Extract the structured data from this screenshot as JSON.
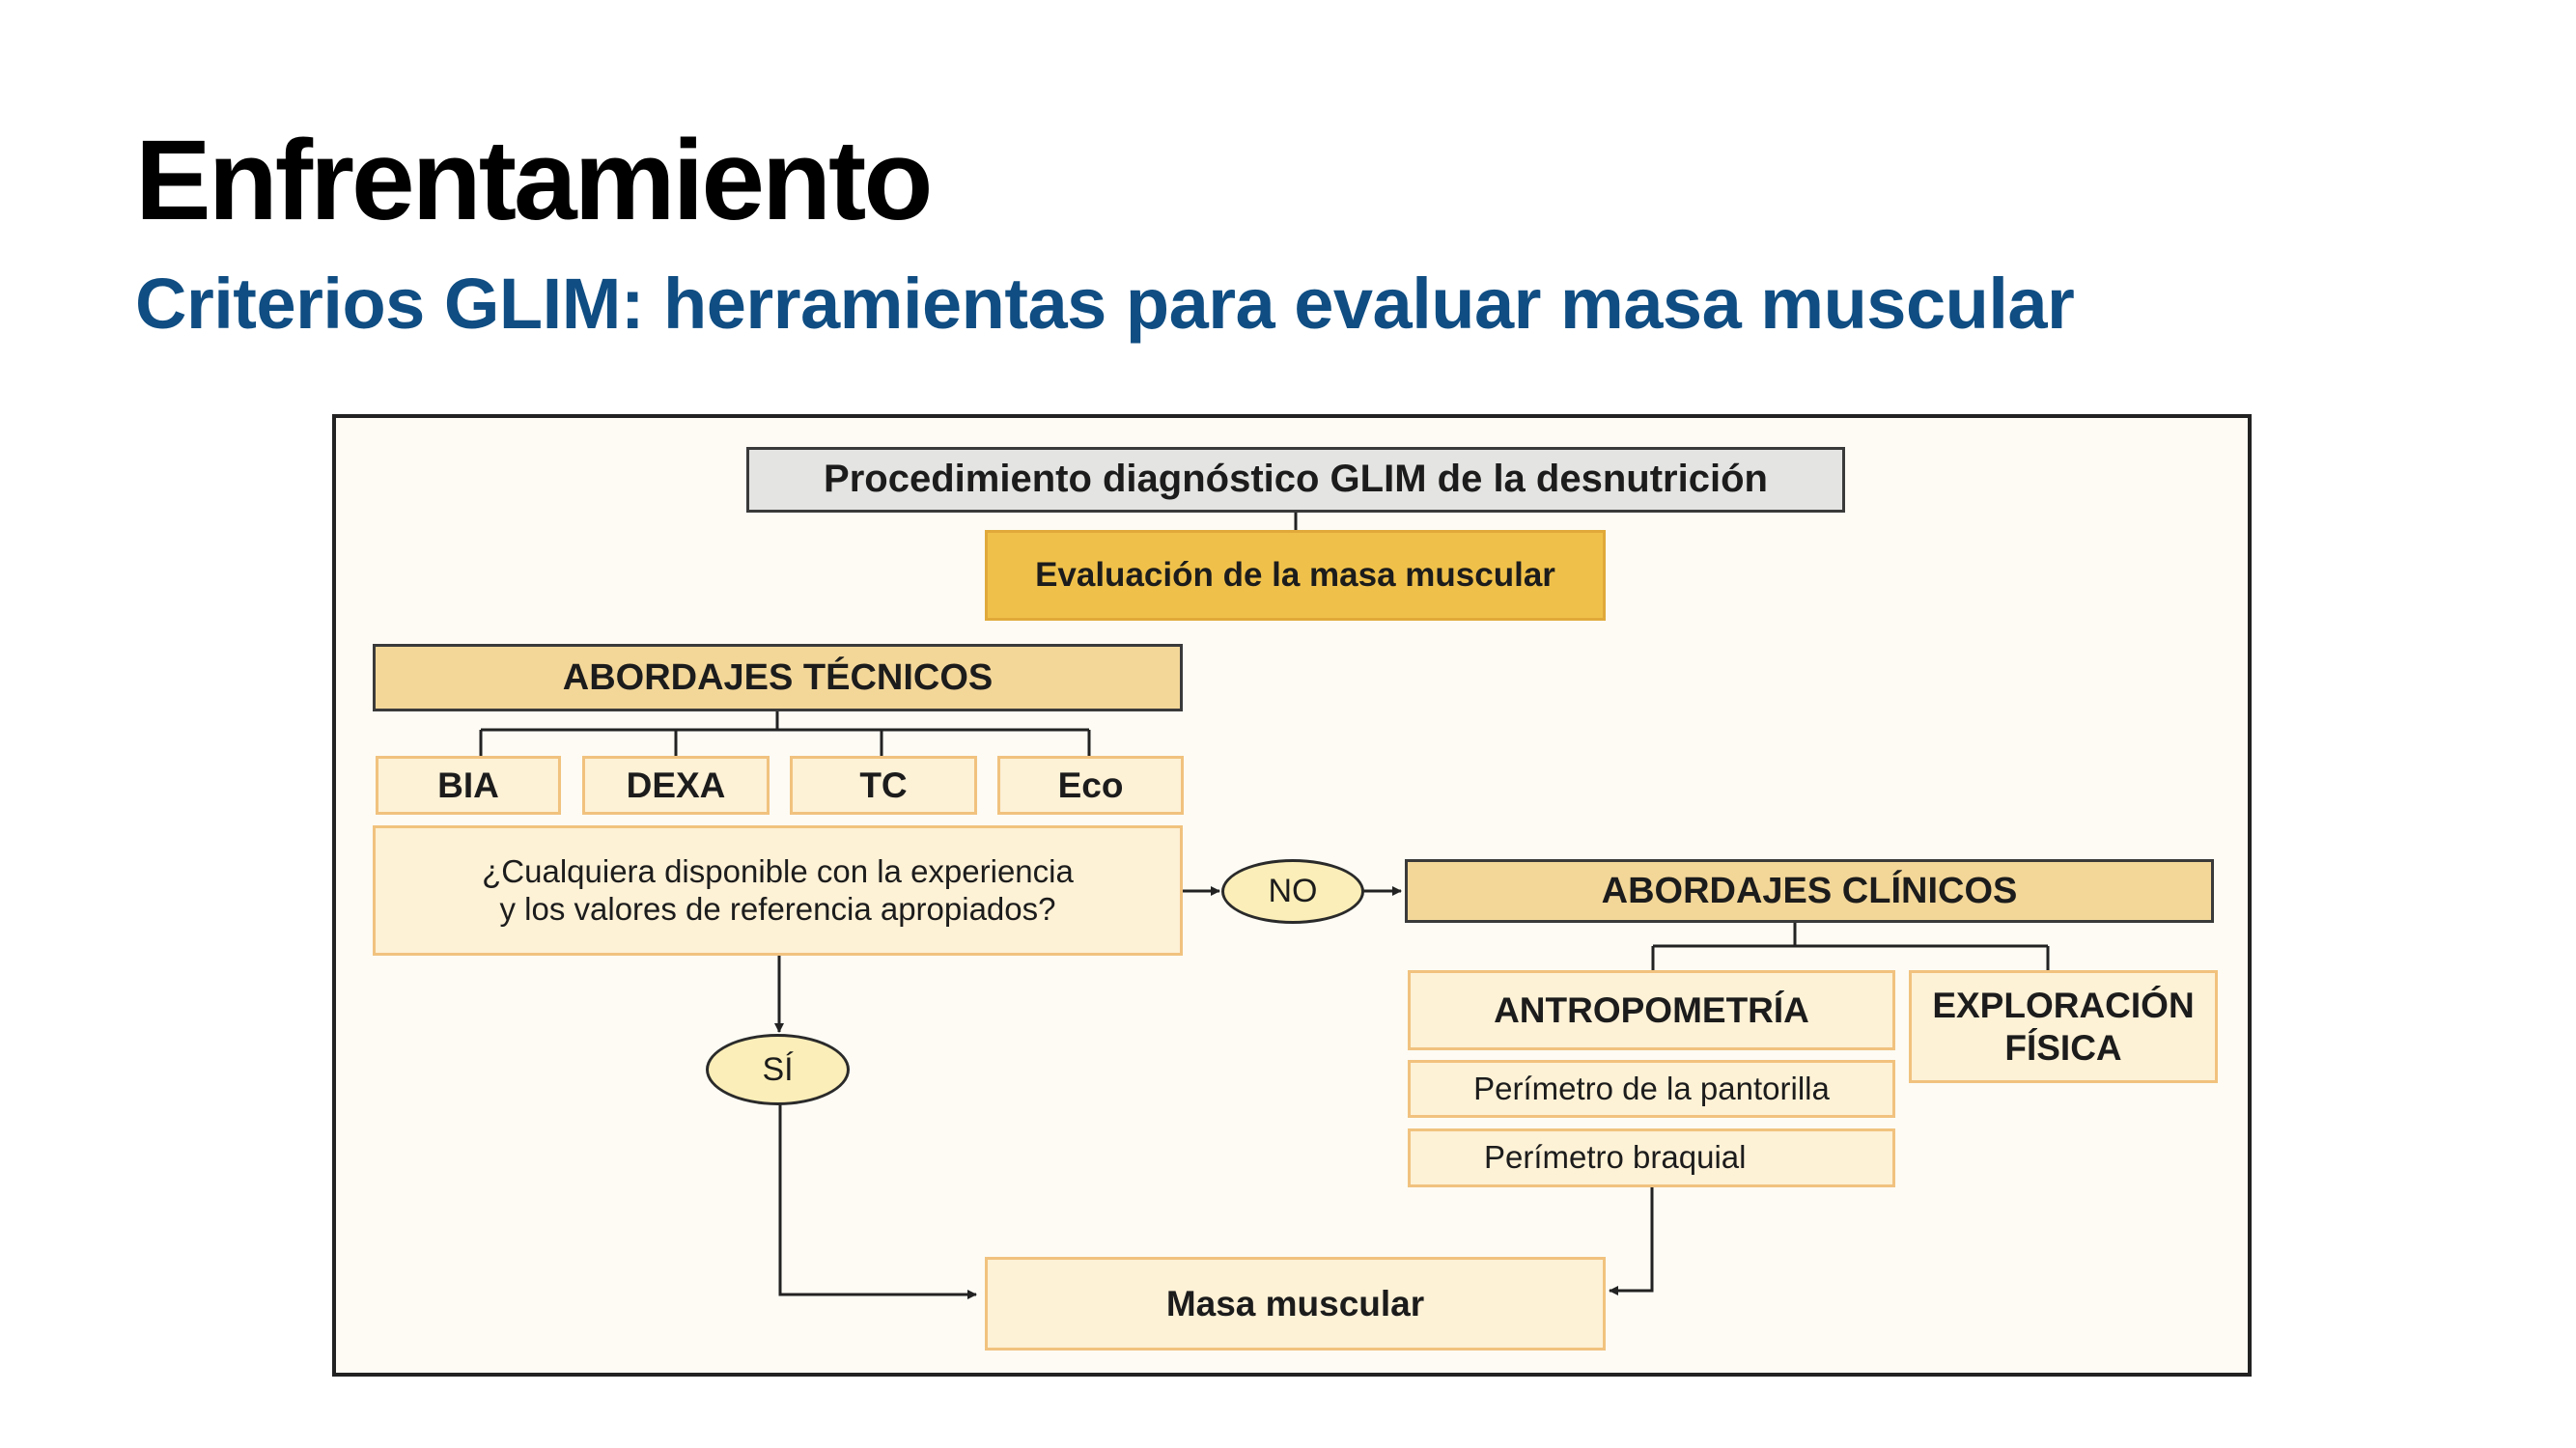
{
  "slide": {
    "title": "Enfrentamiento",
    "subtitle": "Criterios GLIM: herramientas para evaluar masa muscular"
  },
  "diagram": {
    "header": "Procedimiento diagnóstico GLIM de la desnutrición",
    "evaluation": "Evaluación de la masa muscular",
    "technical": {
      "title": "ABORDAJES TÉCNICOS",
      "methods": [
        "BIA",
        "DEXA",
        "TC",
        "Eco"
      ],
      "question_line1": "¿Cualquiera disponible con la experiencia",
      "question_line2": "y los valores de referencia apropiados?"
    },
    "decision_no": "NO",
    "decision_yes": "SÍ",
    "clinical": {
      "title": "ABORDAJES CLÍNICOS",
      "anthropometry": "ANTROPOMETRÍA",
      "calf": "Perímetro de la pantorilla",
      "arm": "Perímetro braquial",
      "exam_line1": "EXPLORACIÓN",
      "exam_line2": "FÍSICA"
    },
    "result": "Masa muscular"
  },
  "colors": {
    "subtitle": "#0f4d82",
    "header_fill": "#e4e4e2",
    "gold_fill": "#f0c14a",
    "section_fill": "#f3d799",
    "box_fill": "#fdf1d6",
    "box_border": "#f1c27e",
    "oval_fill": "#fbeeb8"
  }
}
